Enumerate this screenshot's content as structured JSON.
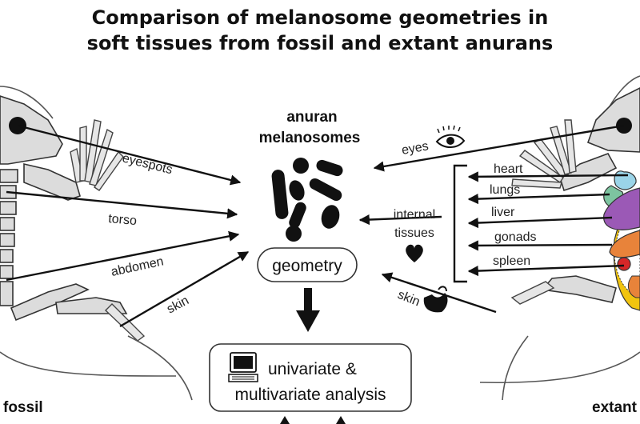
{
  "title": {
    "line1": "Comparison of melanosome geometries in",
    "line2": "soft tissues from fossil and extant anurans"
  },
  "center": {
    "heading_line1": "anuran",
    "heading_line2": "melanosomes",
    "geometry_label": "geometry",
    "analysis_line1": "univariate &",
    "analysis_line2": "multivariate analysis"
  },
  "fossil": {
    "label": "fossil",
    "tissues": [
      "eyespots",
      "torso",
      "abdomen",
      "skin"
    ]
  },
  "extant": {
    "label": "extant",
    "eyes_label": "eyes",
    "internal_line1": "internal",
    "internal_line2": "tissues",
    "skin_label": "skin",
    "organs": [
      "heart",
      "lungs",
      "liver",
      "gonads",
      "spleen"
    ]
  },
  "icons": {
    "eye": "eye-icon",
    "heart": "heart-icon",
    "skin": "skin-patch-icon",
    "computer": "computer-icon"
  },
  "colors": {
    "ink": "#111111",
    "bone": "#dcdcdc",
    "heart_organ": "#9ad4e8",
    "lungs_organ": "#7dc4a0",
    "liver_organ": "#9b59b6",
    "gonads_organ": "#e8833a",
    "spleen_organ": "#d62728",
    "skin_organ": "#f1c40f"
  }
}
